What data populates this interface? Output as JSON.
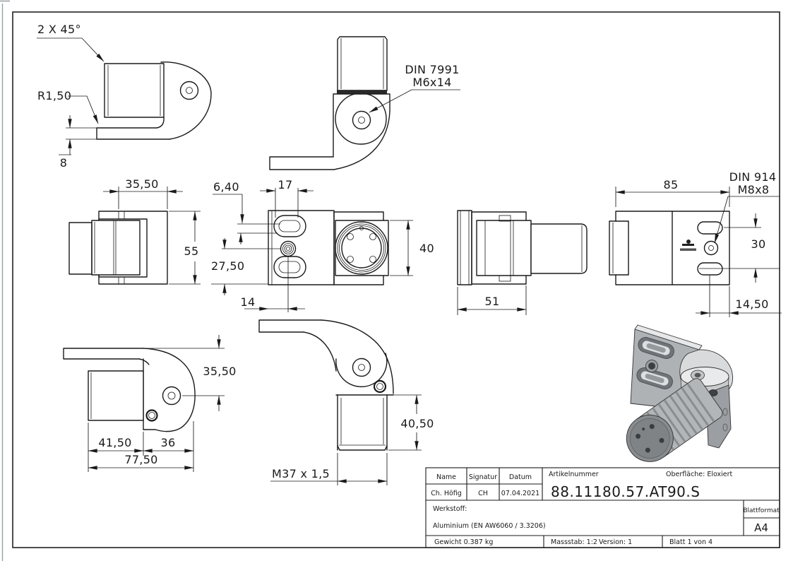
{
  "colors": {
    "line": "#1a1a1a",
    "background": "#ffffff",
    "frame": "#222222"
  },
  "views": {
    "top_left": {
      "chamfer": "2 X 45°",
      "radius": "R1,50",
      "lip_thickness": "8"
    },
    "top_mid": {
      "screw_line1": "DIN 7991",
      "screw_line2": "M6x14"
    },
    "mid_left": {
      "width": "35,50",
      "height": "55"
    },
    "mid_center": {
      "offset_small": "6,40",
      "slot_length": "17",
      "offset_bottom": "27,50",
      "hole_offset": "14",
      "height": "40"
    },
    "mid_right": {
      "depth": "51"
    },
    "far_right": {
      "length": "85",
      "setscrew_line1": "DIN 914",
      "setscrew_line2": "M8x8",
      "slot_spacing": "30",
      "slot_offset": "14,50"
    },
    "bottom_left": {
      "hole_height": "35,50",
      "cyl_length": "41,50",
      "head_width": "36",
      "total_length": "77,50"
    },
    "bottom_mid": {
      "thread": "M37 x 1,5",
      "cyl_length": "40,50"
    }
  },
  "title_block": {
    "name_label": "Name",
    "signature_label": "Signatur",
    "date_label": "Datum",
    "article_label": "Artikelnummer",
    "surface_text": "Oberfläche:  Eloxiert",
    "name_value": "Ch. Höfig",
    "signature_value": "CH",
    "date_value": "07.04.2021",
    "article_number": "88.11180.57.AT90.S",
    "material_label": "Werkstoff:",
    "material_value": "Aluminium (EN AW6060 / 3.3206)",
    "sheet_format_label": "Blattformat",
    "sheet_format_value": "A4",
    "weight_text": "Gewicht 0.387 kg",
    "scale_text": "Massstab: 1:2",
    "version_text": "Version: 1",
    "sheet_text": "Blatt 1 von 4"
  }
}
